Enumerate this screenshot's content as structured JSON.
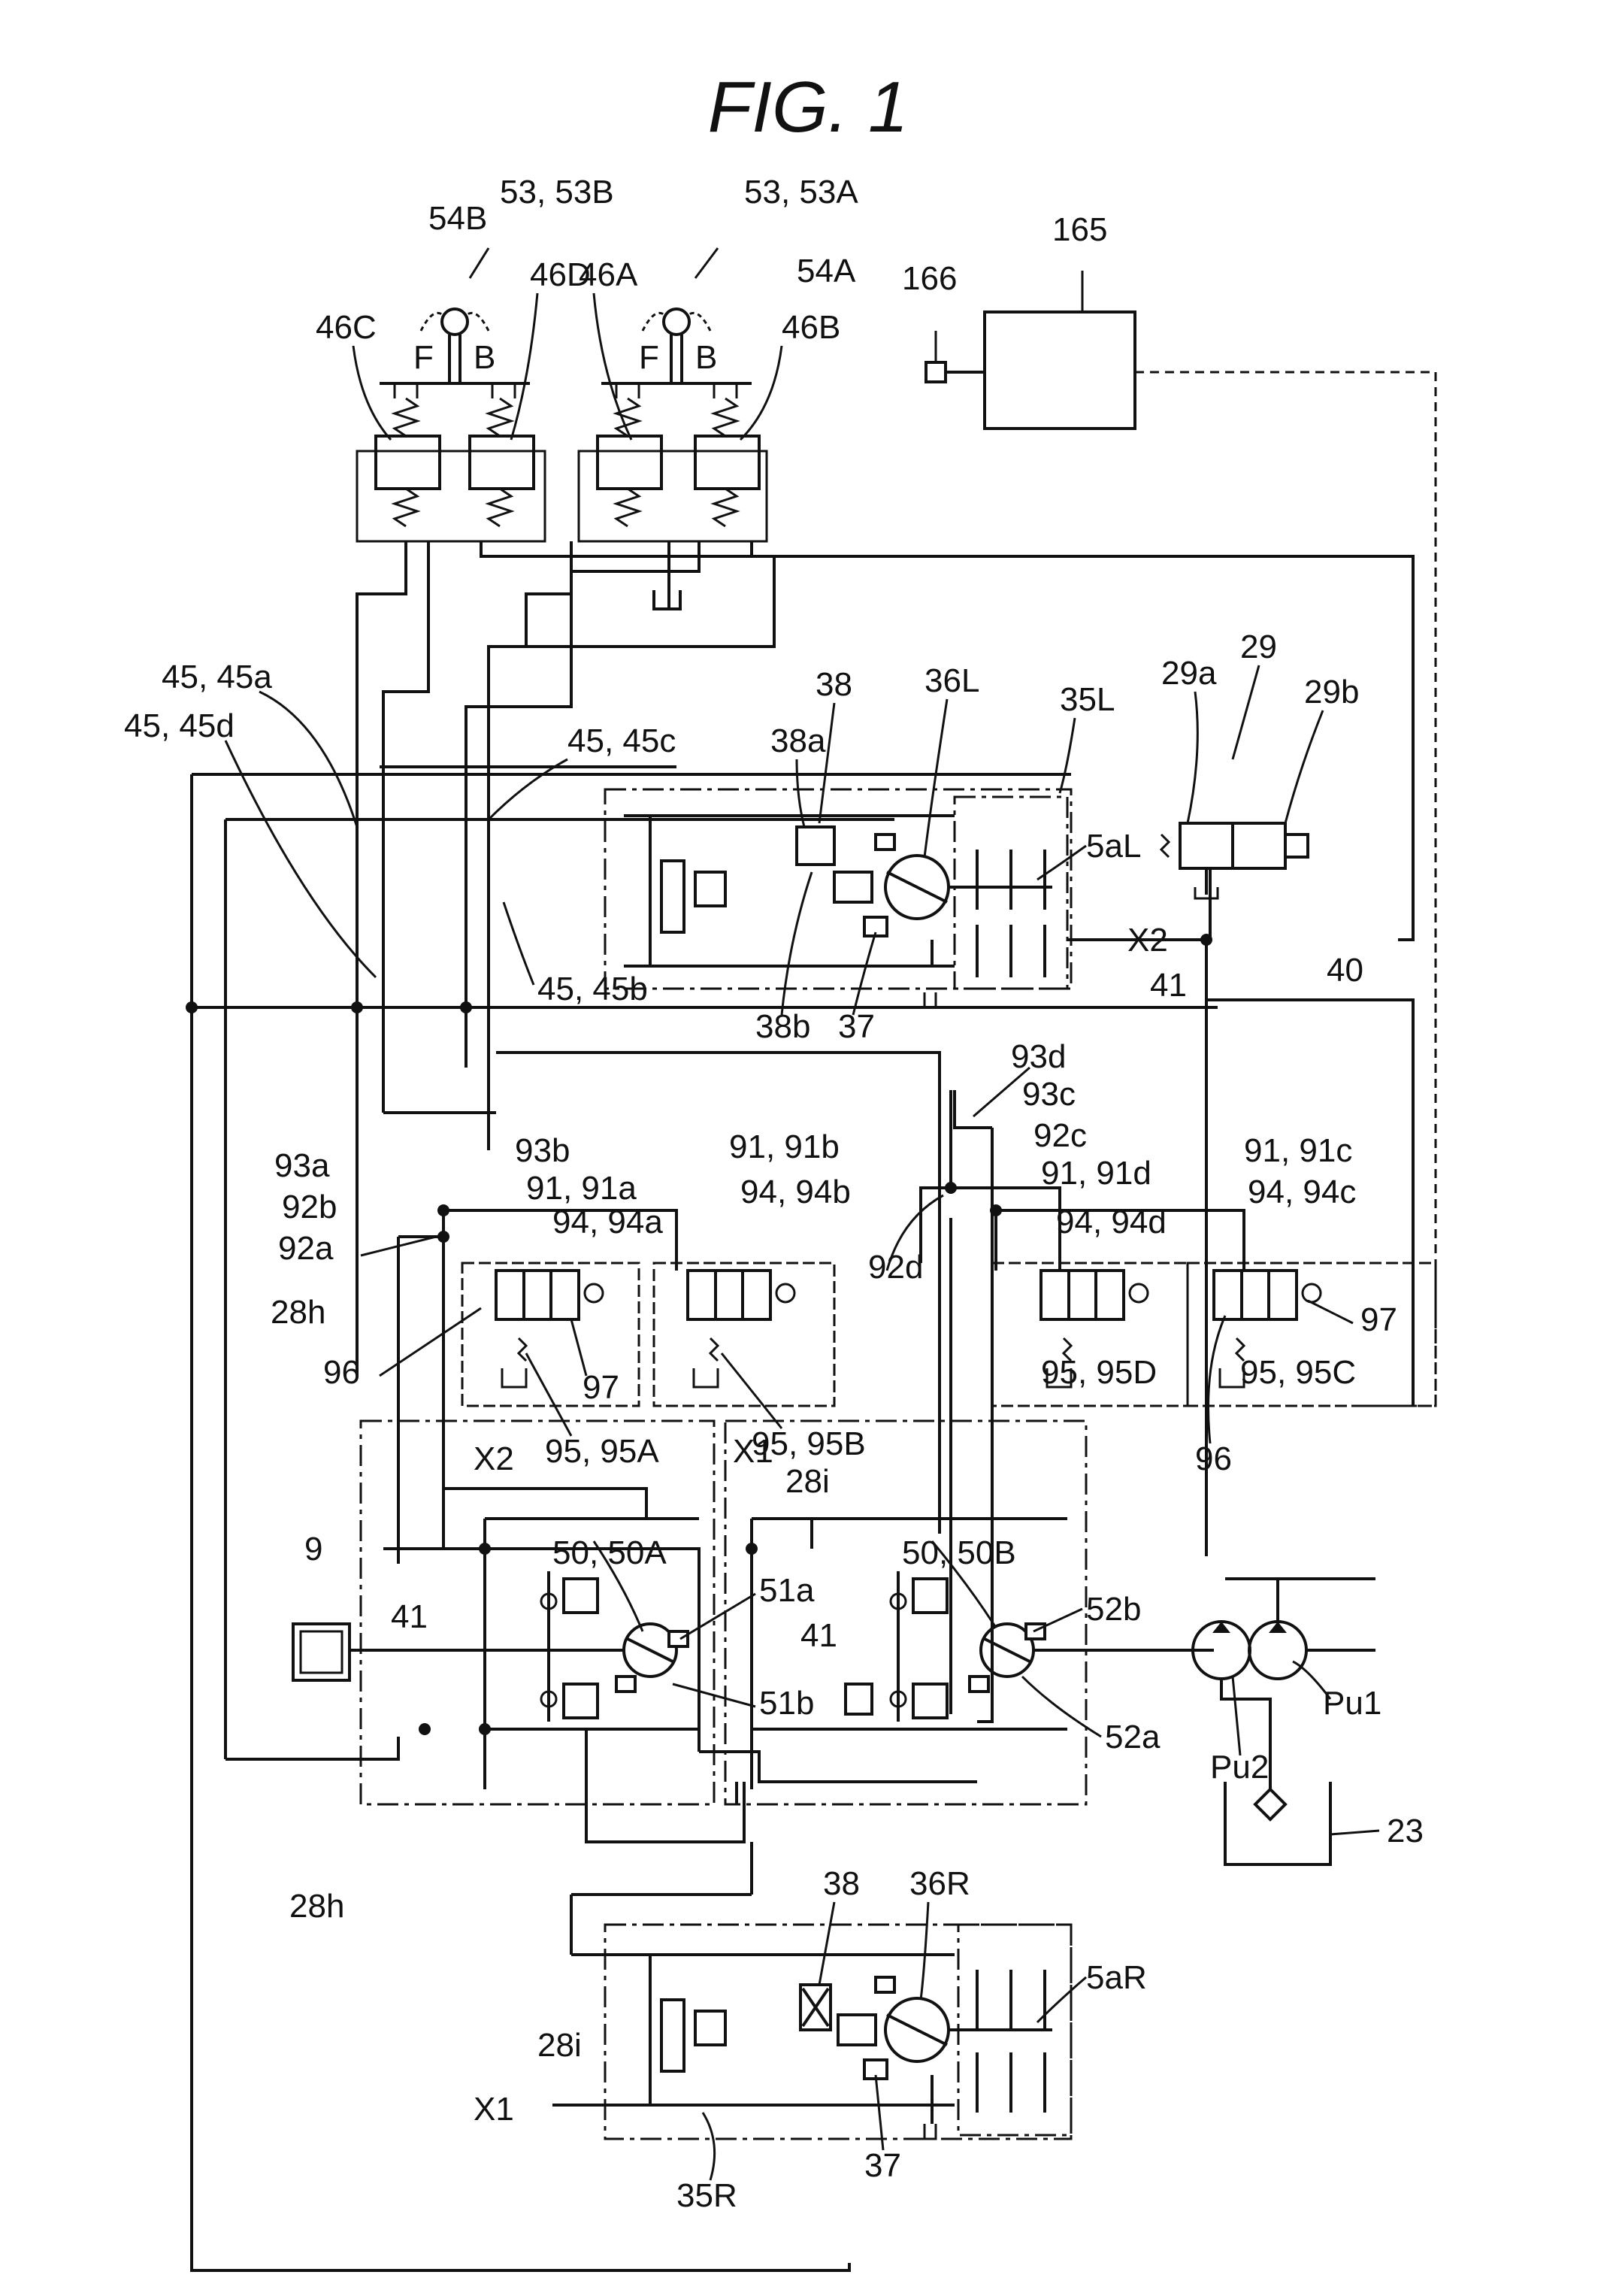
{
  "figure": {
    "title": "FIG. 1"
  },
  "labels": {
    "l54B": "54B",
    "l53_53B": "53, 53B",
    "l53_53A": "53, 53A",
    "l54A": "54A",
    "l46C": "46C",
    "l46D": "46D",
    "l46A": "46A",
    "l46B": "46B",
    "lF1": "F",
    "lB1": "B",
    "lF2": "F",
    "lB2": "B",
    "l166": "166",
    "l165": "165",
    "l29": "29",
    "l29a": "29a",
    "l29b": "29b",
    "l45_45a": "45, 45a",
    "l45_45d": "45, 45d",
    "l45_45c": "45, 45c",
    "l45_45b": "45, 45b",
    "l38top": "38",
    "l38a": "38a",
    "l36L": "36L",
    "l35L": "35L",
    "l5aL": "5aL",
    "l38b": "38b",
    "l37top": "37",
    "lX2top": "X2",
    "l41top": "41",
    "l40": "40",
    "l93d": "93d",
    "l93c": "93c",
    "l92c": "92c",
    "l93b": "93b",
    "l93a": "93a",
    "l92b": "92b",
    "l92a": "92a",
    "l91_91a": "91, 91a",
    "l91_91b": "91, 91b",
    "l91_91c": "91, 91c",
    "l91_91d": "91, 91d",
    "l94_94a": "94, 94a",
    "l94_94b": "94, 94b",
    "l94_94c": "94, 94c",
    "l94_94d": "94, 94d",
    "l92d": "92d",
    "l28h_top": "28h",
    "l96left": "96",
    "l97left": "97",
    "l95_95A": "95, 95A",
    "l95_95B": "95, 95B",
    "l95_95D": "95, 95D",
    "l95_95C": "95, 95C",
    "l96right": "96",
    "l97right": "97",
    "lX2mid": "X2",
    "lX1mid": "X1",
    "l28i_mid": "28i",
    "l50_50A": "50, 50A",
    "l50_50B": "50, 50B",
    "l9": "9",
    "l41left": "41",
    "l51a": "51a",
    "l41mid": "41",
    "l51b": "51b",
    "l52b": "52b",
    "l52a": "52a",
    "lPu1": "Pu1",
    "lPu2": "Pu2",
    "l23": "23",
    "l28h_bot": "28h",
    "l38bot": "38",
    "l36R": "36R",
    "l5aR": "5aR",
    "l28i_bot": "28i",
    "lX1bot": "X1",
    "l35R": "35R",
    "l37bot": "37"
  }
}
